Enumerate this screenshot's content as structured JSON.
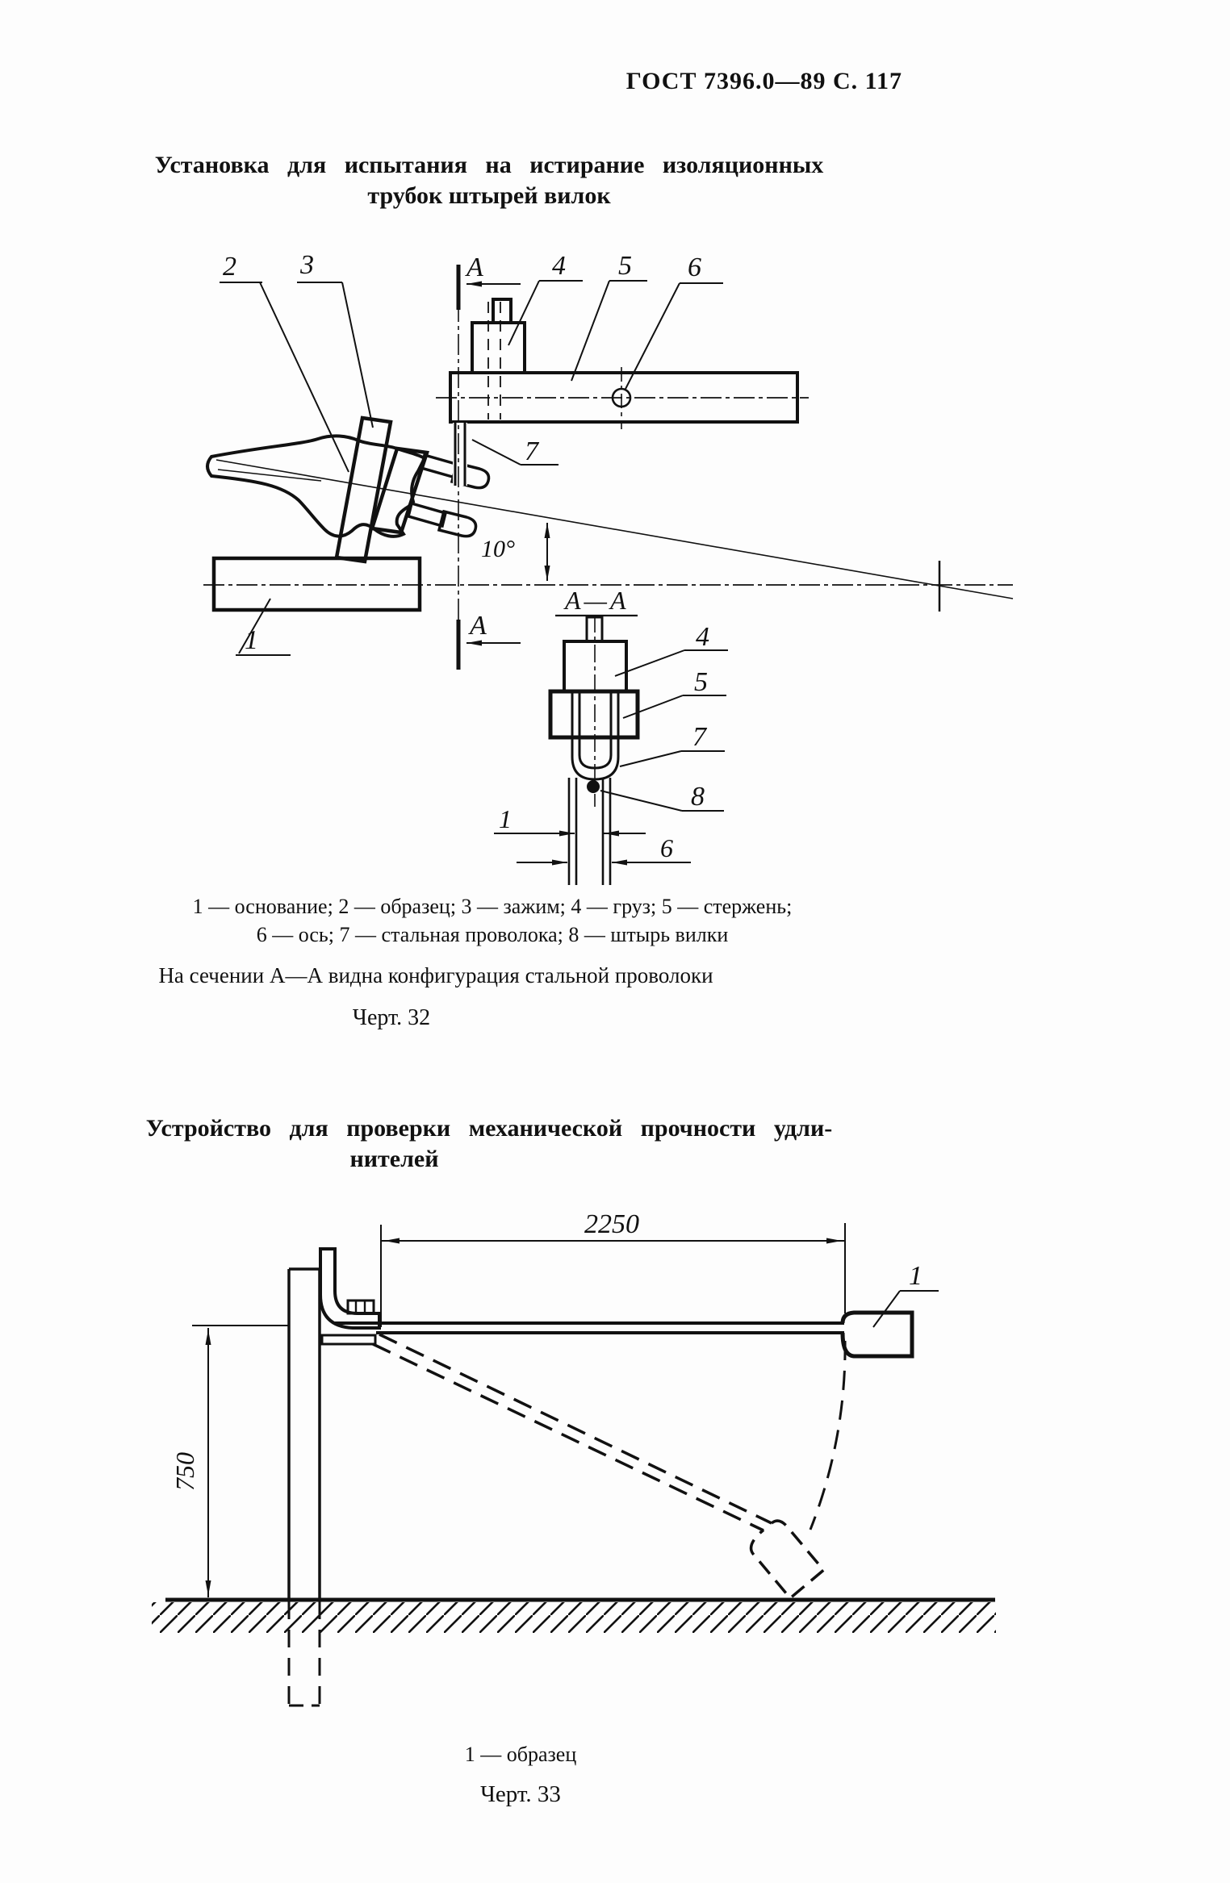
{
  "page": {
    "header": "ГОСТ 7396.0—89 С. 117"
  },
  "figure32": {
    "title_line1": "Установка для испытания на истирание изоляционных",
    "title_line2": "трубок штырей вилок",
    "callouts": {
      "c1": "1",
      "c2": "2",
      "c3": "3",
      "c4": "4",
      "c5": "5",
      "c6": "6",
      "c7": "7",
      "c8": "8"
    },
    "section": {
      "letter": "А",
      "title": "А—А"
    },
    "angle": "10°",
    "dims": {
      "wire": "1",
      "width": "6"
    },
    "legend_line1": "1 — основание; 2 — образец; 3 — зажим; 4 — груз; 5 — стержень;",
    "legend_line2": "6 — ось; 7 — стальная проволока; 8 — штырь вилки",
    "note": "На сечении А—А видна конфигурация стальной проволоки",
    "caption": "Черт. 32"
  },
  "figure33": {
    "title_line1": "Устройство для проверки механической прочности удли-",
    "title_line2": "нителей",
    "callouts": {
      "c1": "1"
    },
    "dims": {
      "length": "2250",
      "height": "750"
    },
    "legend": "1 — образец",
    "caption": "Черт. 33"
  }
}
